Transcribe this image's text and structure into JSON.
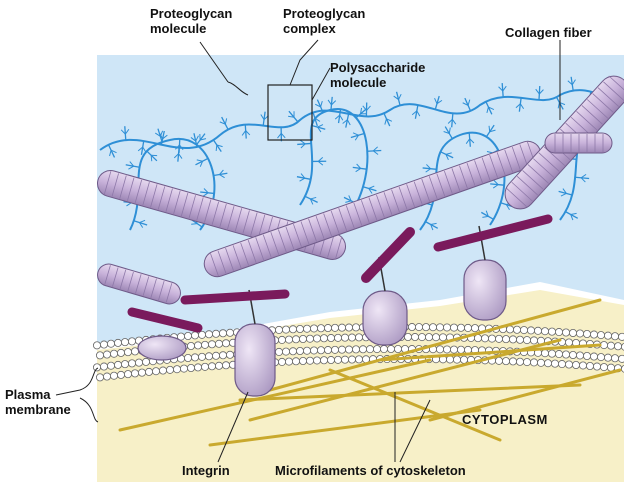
{
  "labels": {
    "proteoglycan_molecule": "Proteoglycan\nmolecule",
    "proteoglycan_complex": "Proteoglycan\ncomplex",
    "polysaccharide_molecule": "Polysaccharide\nmolecule",
    "collagen_fiber": "Collagen fiber",
    "plasma_membrane": "Plasma\nmembrane",
    "cytoplasm": "CYTOPLASM",
    "integrin": "Integrin",
    "microfilaments": "Microfilaments of cytoskeleton"
  },
  "colors": {
    "extracellular": "#cfe6f7",
    "cytoplasm": "#f7f0c8",
    "proteoglycan": "#2e8fd6",
    "collagen": "#c9b3d9",
    "fibronectin": "#7a1a5c",
    "integrin": "#d8c8e6",
    "microfilament": "#c9a92e"
  }
}
